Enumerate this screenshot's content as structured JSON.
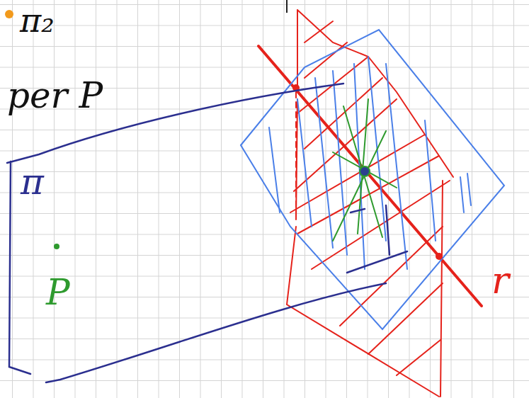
{
  "diagram": {
    "nodes": [
      {
        "text": [
          "π",
          "P"
        ]
      }
    ],
    "labels": [
      "π₂",
      "per P",
      "r"
    ]
  }
}
